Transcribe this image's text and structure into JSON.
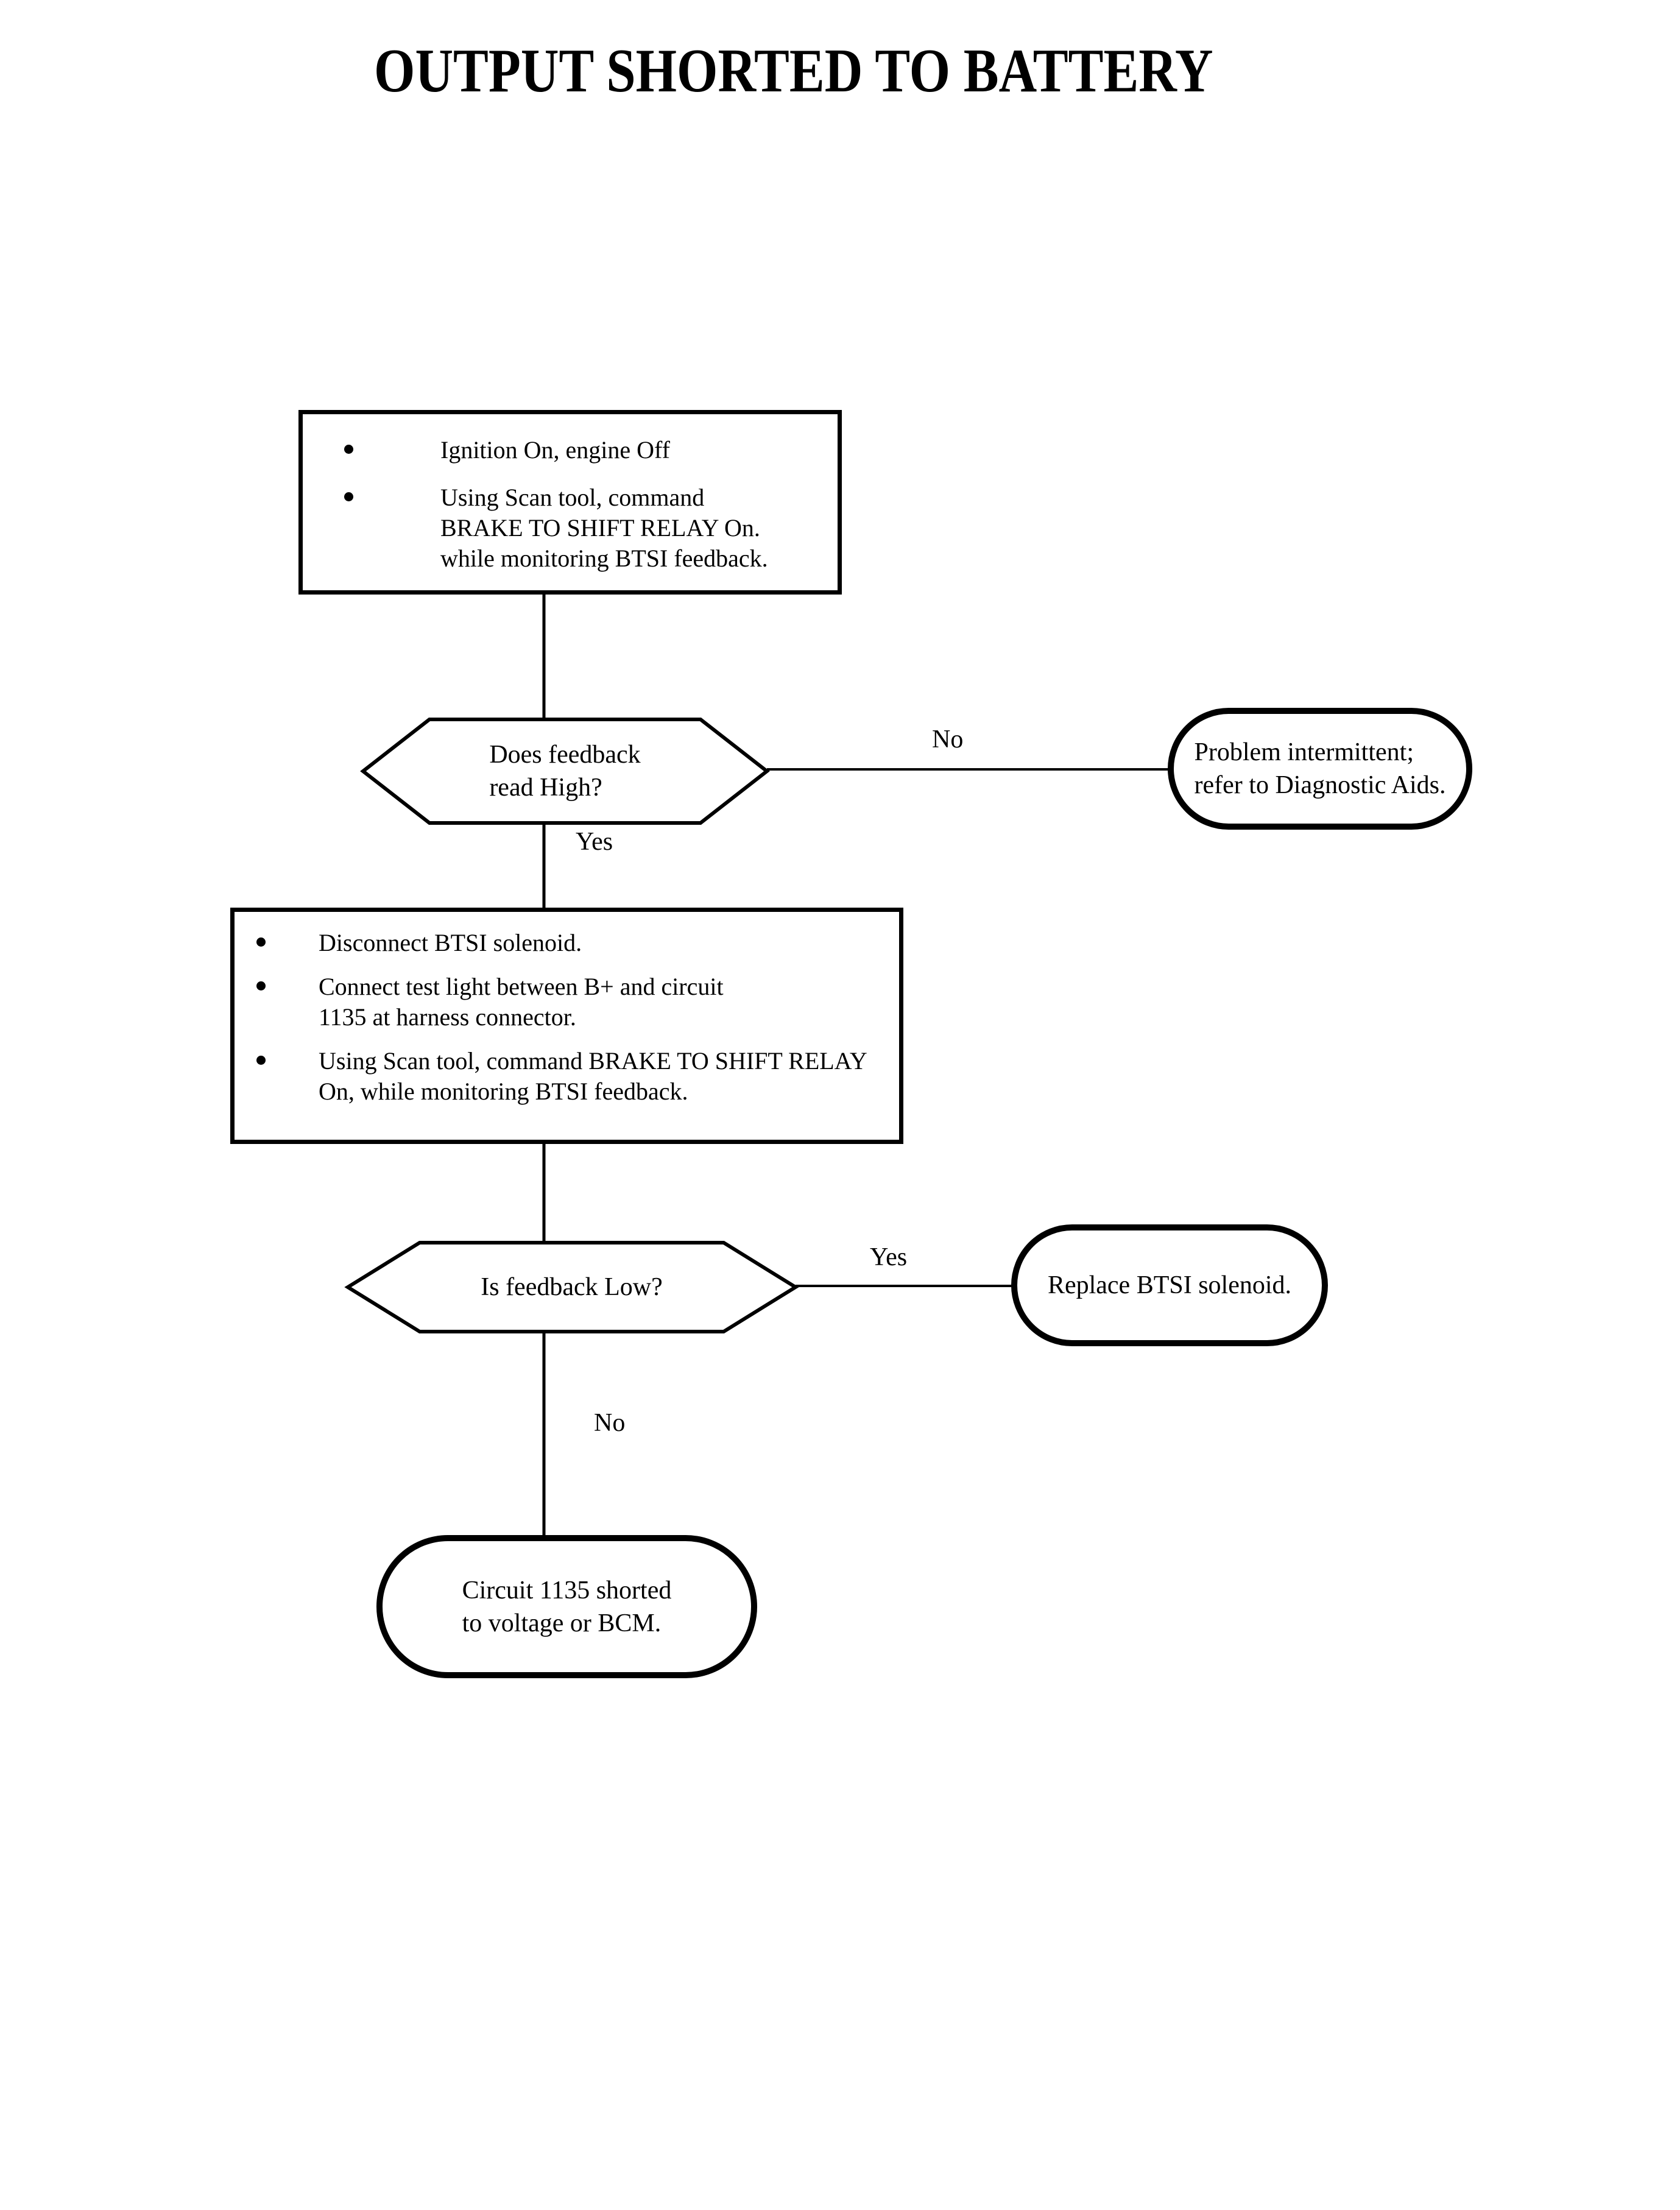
{
  "title": "OUTPUT SHORTED TO BATTERY",
  "step1": {
    "bullets": [
      "Ignition On, engine Off",
      "Using Scan tool, command\nBRAKE TO SHIFT RELAY On.\nwhile monitoring BTSI feedback."
    ]
  },
  "decision1": {
    "question": "Does feedback\nread High?",
    "no_label": "No",
    "yes_label": "Yes"
  },
  "terminal_intermittent": {
    "text": "Problem intermittent;\nrefer to Diagnostic Aids."
  },
  "step2": {
    "bullets": [
      "Disconnect BTSI solenoid.",
      "Connect test light between B+ and circuit\n1135 at harness connector.",
      "Using Scan tool, command BRAKE TO SHIFT RELAY\nOn, while monitoring BTSI feedback."
    ]
  },
  "decision2": {
    "question": "Is feedback Low?",
    "yes_label": "Yes",
    "no_label": "No"
  },
  "terminal_replace": {
    "text": "Replace BTSI solenoid."
  },
  "terminal_circuit": {
    "text": "Circuit 1135 shorted\nto voltage or BCM."
  },
  "colors": {
    "ink": "#000000",
    "background": "#ffffff"
  }
}
